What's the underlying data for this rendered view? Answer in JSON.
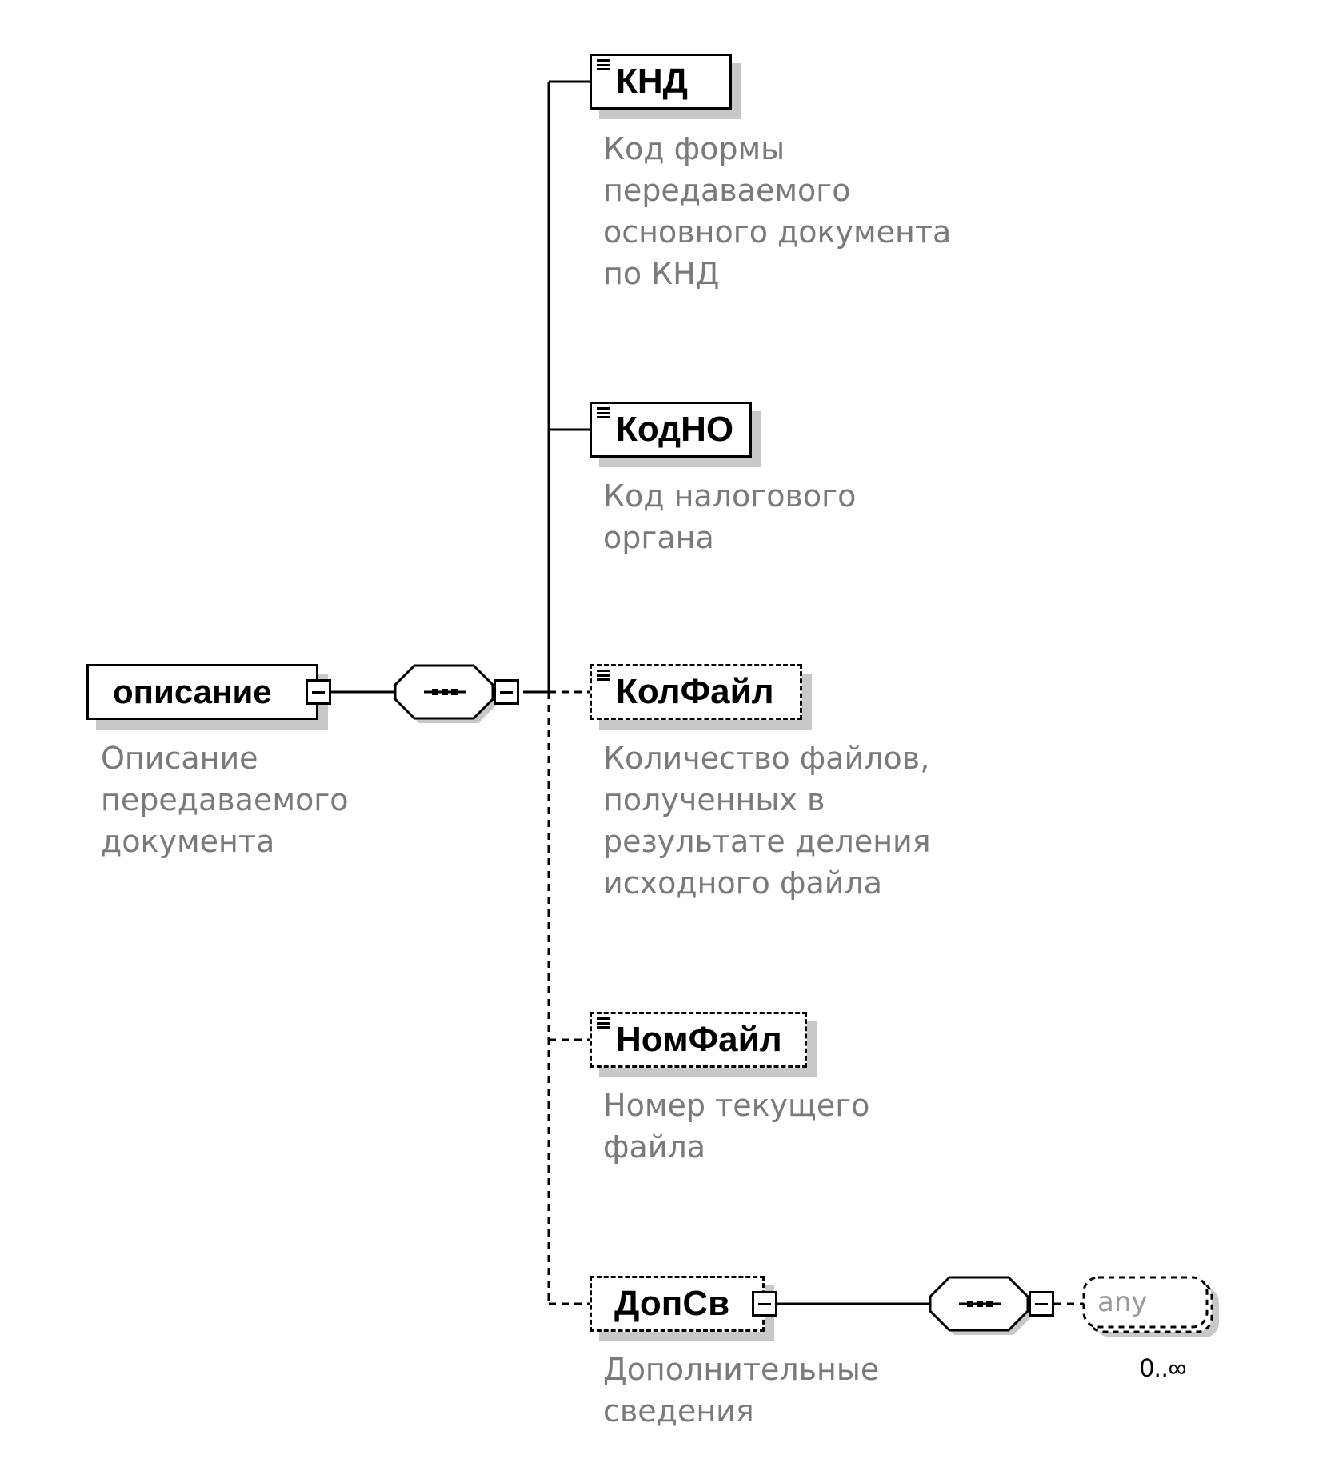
{
  "root": {
    "name": "описание",
    "description": [
      "Описание",
      "передаваемого",
      "документа"
    ]
  },
  "elements": [
    {
      "name": "КНД",
      "optional": false,
      "description": [
        "Код формы",
        "передаваемого",
        "основного документа",
        "по КНД"
      ]
    },
    {
      "name": "КодНО",
      "optional": false,
      "description": [
        "Код налогового",
        "органа"
      ]
    },
    {
      "name": "КолФайл",
      "optional": true,
      "description": [
        "Количество файлов,",
        "полученных в",
        "результате деления",
        "исходного файла"
      ]
    },
    {
      "name": "НомФайл",
      "optional": true,
      "description": [
        "Номер текущего",
        "файла"
      ]
    },
    {
      "name": "ДопСв",
      "optional": true,
      "description": [
        "Дополнительные",
        "сведения"
      ]
    }
  ],
  "any": {
    "label": "any",
    "occurs": "0..∞"
  },
  "colors": {
    "line": "#000000",
    "shadow": "#c8c8c8",
    "description_text": "#7a7a7a"
  }
}
